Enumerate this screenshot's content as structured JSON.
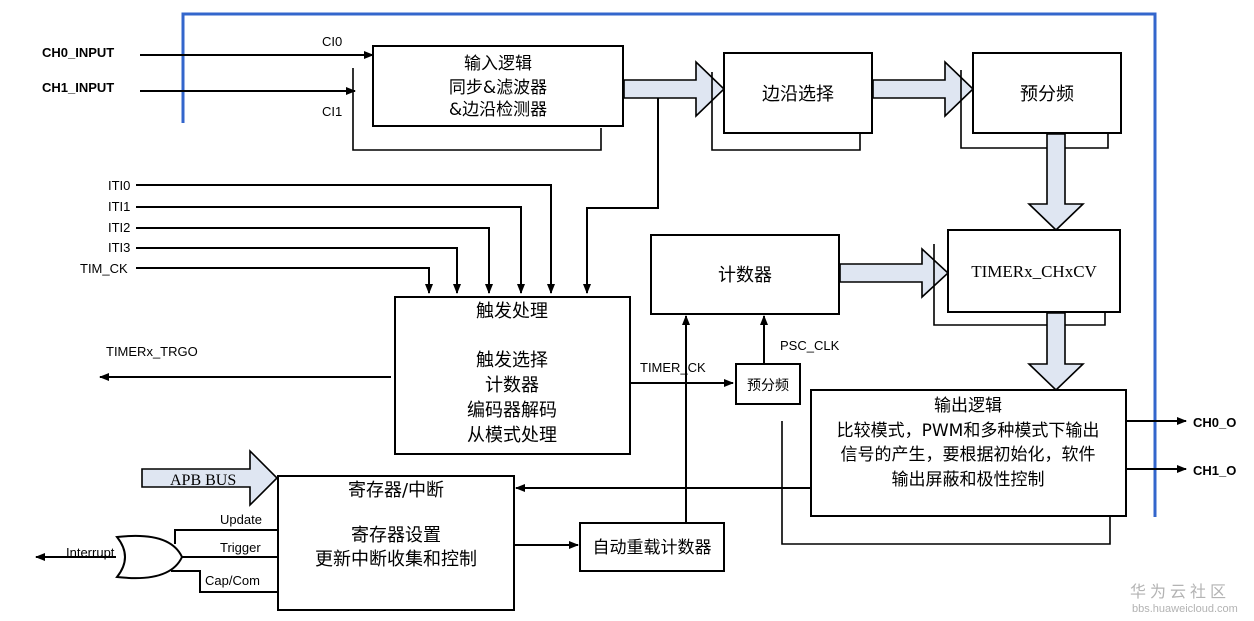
{
  "inputs": {
    "ch0": "CH0_INPUT",
    "ch1": "CH1_INPUT",
    "ci0": "CI0",
    "ci1": "CI1",
    "iti0": "ITI0",
    "iti1": "ITI1",
    "iti2": "ITI2",
    "iti3": "ITI3",
    "tim_ck": "TIM_CK"
  },
  "blocks": {
    "input_logic": [
      "输入逻辑",
      "同步&滤波器",
      "&边沿检测器"
    ],
    "edge_select": "边沿选择",
    "prescaler_top": "预分频",
    "counter": "计数器",
    "chxcv": "TIMERx_CHxCV",
    "trigger": {
      "title": "触发处理",
      "lines": [
        "触发选择",
        "计数器",
        "编码器解码",
        "从模式处理"
      ]
    },
    "prescaler_small": "预分频",
    "output_logic": [
      "输出逻辑",
      "比较模式，PWM和多种模式下输出",
      "信号的产生，要根据初始化，软件",
      "输出屏蔽和极性控制"
    ],
    "register": {
      "title": "寄存器/中断",
      "lines": [
        "寄存器设置",
        "更新中断收集和控制"
      ]
    },
    "autoreload": "自动重载计数器"
  },
  "signals": {
    "trgo": "TIMERx_TRGO",
    "timer_ck": "TIMER_CK",
    "psc_clk": "PSC_CLK",
    "apb_bus": "APB BUS",
    "interrupt": "Interrupt",
    "update": "Update",
    "trigger": "Trigger",
    "capcom": "Cap/Com"
  },
  "outputs": {
    "ch0": "CH0_O",
    "ch1": "CH1_O"
  },
  "watermark": {
    "title": "华为云社区",
    "url": "bbs.huaweicloud.com"
  },
  "colors": {
    "frame": "#3366cc",
    "bus_arrow_fill": "#dfe6f2"
  }
}
